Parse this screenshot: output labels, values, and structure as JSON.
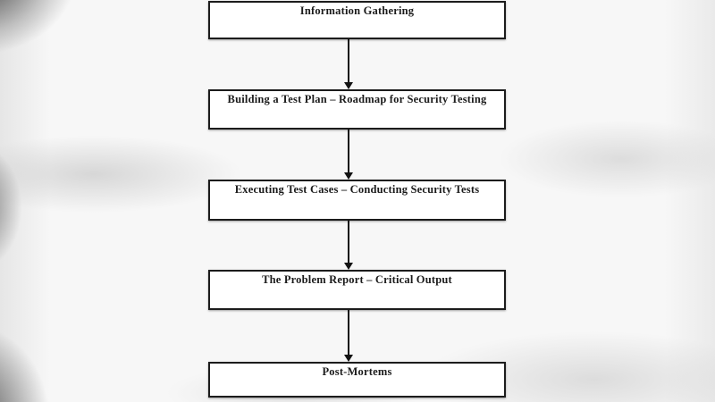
{
  "diagram": {
    "type": "flowchart",
    "direction": "top-down",
    "steps": [
      {
        "label": "Information Gathering"
      },
      {
        "label": "Building a Test Plan – Roadmap for Security Testing"
      },
      {
        "label": "Executing Test Cases – Conducting Security Tests"
      },
      {
        "label": "The Problem Report – Critical Output"
      },
      {
        "label": "Post-Mortems"
      }
    ],
    "connector_count": 4,
    "connector_style": "straight-down-arrow",
    "colors": {
      "box_border": "#1c1c1c",
      "box_fill": "#ffffff",
      "label_text": "#1b1b1b",
      "arrow": "#121212",
      "background": "#f7f7f7"
    }
  }
}
